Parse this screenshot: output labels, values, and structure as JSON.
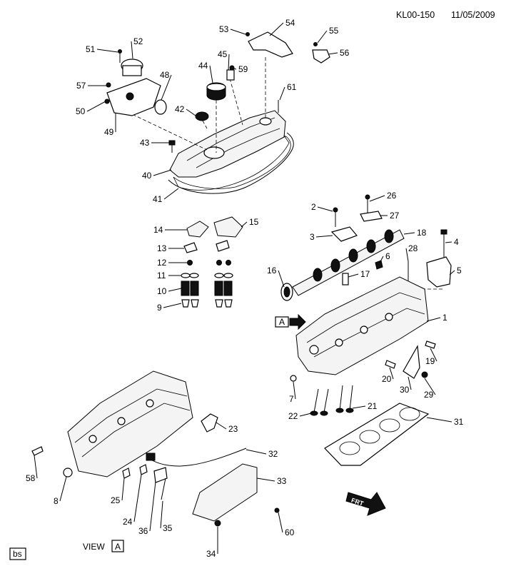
{
  "header": {
    "code": "KL00-150",
    "date": "11/05/2009"
  },
  "view_label": {
    "text": "VIEW",
    "letter": "A"
  },
  "arrow_label": "A",
  "front_label": "FRT",
  "corner_tag": "bs",
  "callouts": [
    "1",
    "2",
    "3",
    "4",
    "5",
    "6",
    "7",
    "8",
    "9",
    "10",
    "11",
    "12",
    "13",
    "14",
    "15",
    "16",
    "17",
    "18",
    "19",
    "20",
    "21",
    "22",
    "23",
    "24",
    "25",
    "26",
    "27",
    "28",
    "29",
    "30",
    "31",
    "32",
    "33",
    "34",
    "35",
    "36",
    "40",
    "41",
    "42",
    "43",
    "44",
    "45",
    "48",
    "49",
    "50",
    "51",
    "52",
    "53",
    "54",
    "55",
    "56",
    "57",
    "58",
    "59",
    "60",
    "61"
  ]
}
